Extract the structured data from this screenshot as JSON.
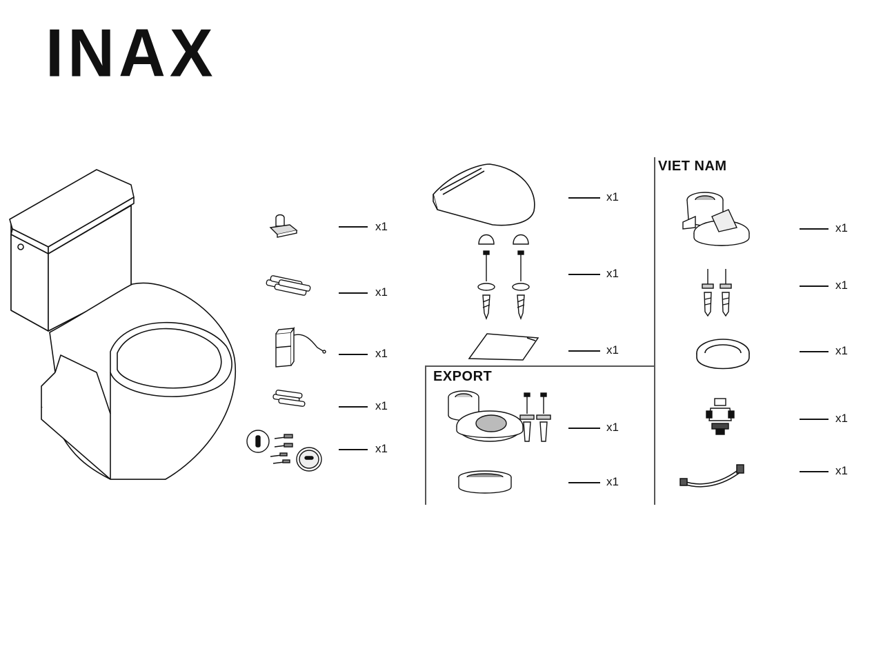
{
  "brand": {
    "logo_text": "INAX"
  },
  "sections": {
    "export_title": "EXPORT",
    "vietnam_title": "VIET NAM"
  },
  "parts": {
    "left_column": [
      {
        "icon": "wall-bracket-icon",
        "quantity": "x1"
      },
      {
        "icon": "batteries-icon",
        "quantity": "x1"
      },
      {
        "icon": "battery-box-icon",
        "quantity": "x1"
      },
      {
        "icon": "small-batteries-icon",
        "quantity": "x1"
      },
      {
        "icon": "flush-button-kit-icon",
        "quantity": "x1"
      }
    ],
    "middle_column": [
      {
        "icon": "toilet-seat-icon",
        "quantity": "x1"
      },
      {
        "icon": "seat-bolts-icon",
        "quantity": "x1"
      },
      {
        "icon": "paper-template-icon",
        "quantity": "x1"
      }
    ],
    "export": [
      {
        "icon": "flange-bolts-kit-icon",
        "quantity": "x1"
      },
      {
        "icon": "gasket-icon",
        "quantity": "x1"
      }
    ],
    "vietnam": [
      {
        "icon": "flange-adapter-icon",
        "quantity": "x1"
      },
      {
        "icon": "anchor-bolts-icon",
        "quantity": "x1"
      },
      {
        "icon": "seal-ring-icon",
        "quantity": "x1"
      },
      {
        "icon": "stop-valve-icon",
        "quantity": "x1"
      },
      {
        "icon": "flex-hose-icon",
        "quantity": "x1"
      }
    ]
  },
  "colors": {
    "line": "#111111",
    "divider": "#555555",
    "background": "#ffffff"
  }
}
